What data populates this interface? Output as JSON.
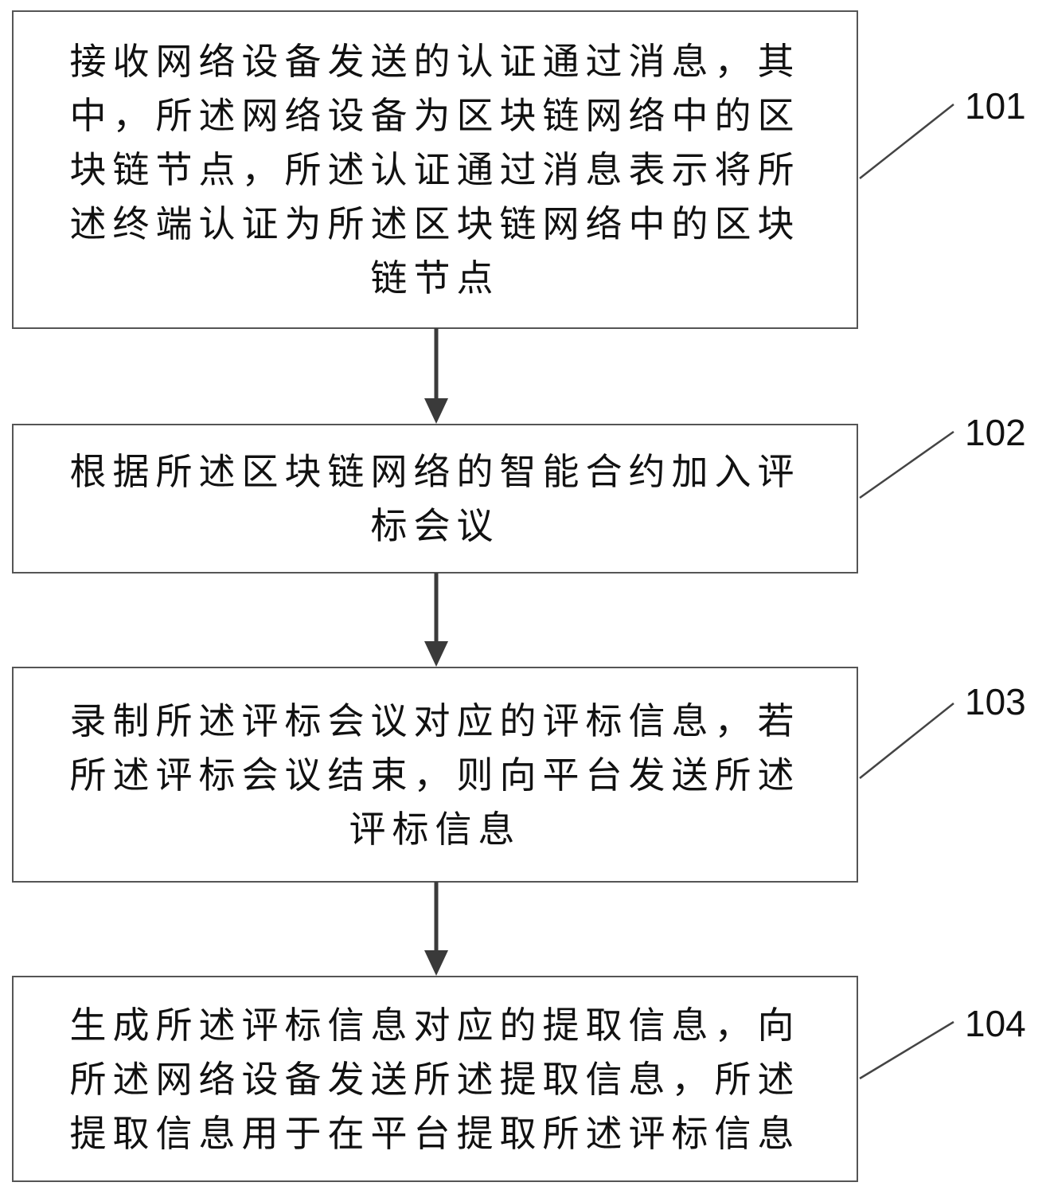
{
  "flowchart": {
    "steps": [
      {
        "id": "101",
        "lines": [
          "接收网络设备发送的认证通过消息，其",
          "中，所述网络设备为区块链网络中的区",
          "块链节点，所述认证通过消息表示将所",
          "述终端认证为所述区块链网络中的区块",
          "链节点"
        ]
      },
      {
        "id": "102",
        "lines": [
          "根据所述区块链网络的智能合约加入评",
          "标会议"
        ]
      },
      {
        "id": "103",
        "lines": [
          "录制所述评标会议对应的评标信息，若",
          "所述评标会议结束，则向平台发送所述",
          "评标信息"
        ]
      },
      {
        "id": "104",
        "lines": [
          "生成所述评标信息对应的提取信息，向",
          "所述网络设备发送所述提取信息，所述",
          "提取信息用于在平台提取所述评标信息"
        ]
      }
    ],
    "colors": {
      "border": "#555555",
      "arrow": "#3a3a3a",
      "text": "#111111"
    }
  }
}
